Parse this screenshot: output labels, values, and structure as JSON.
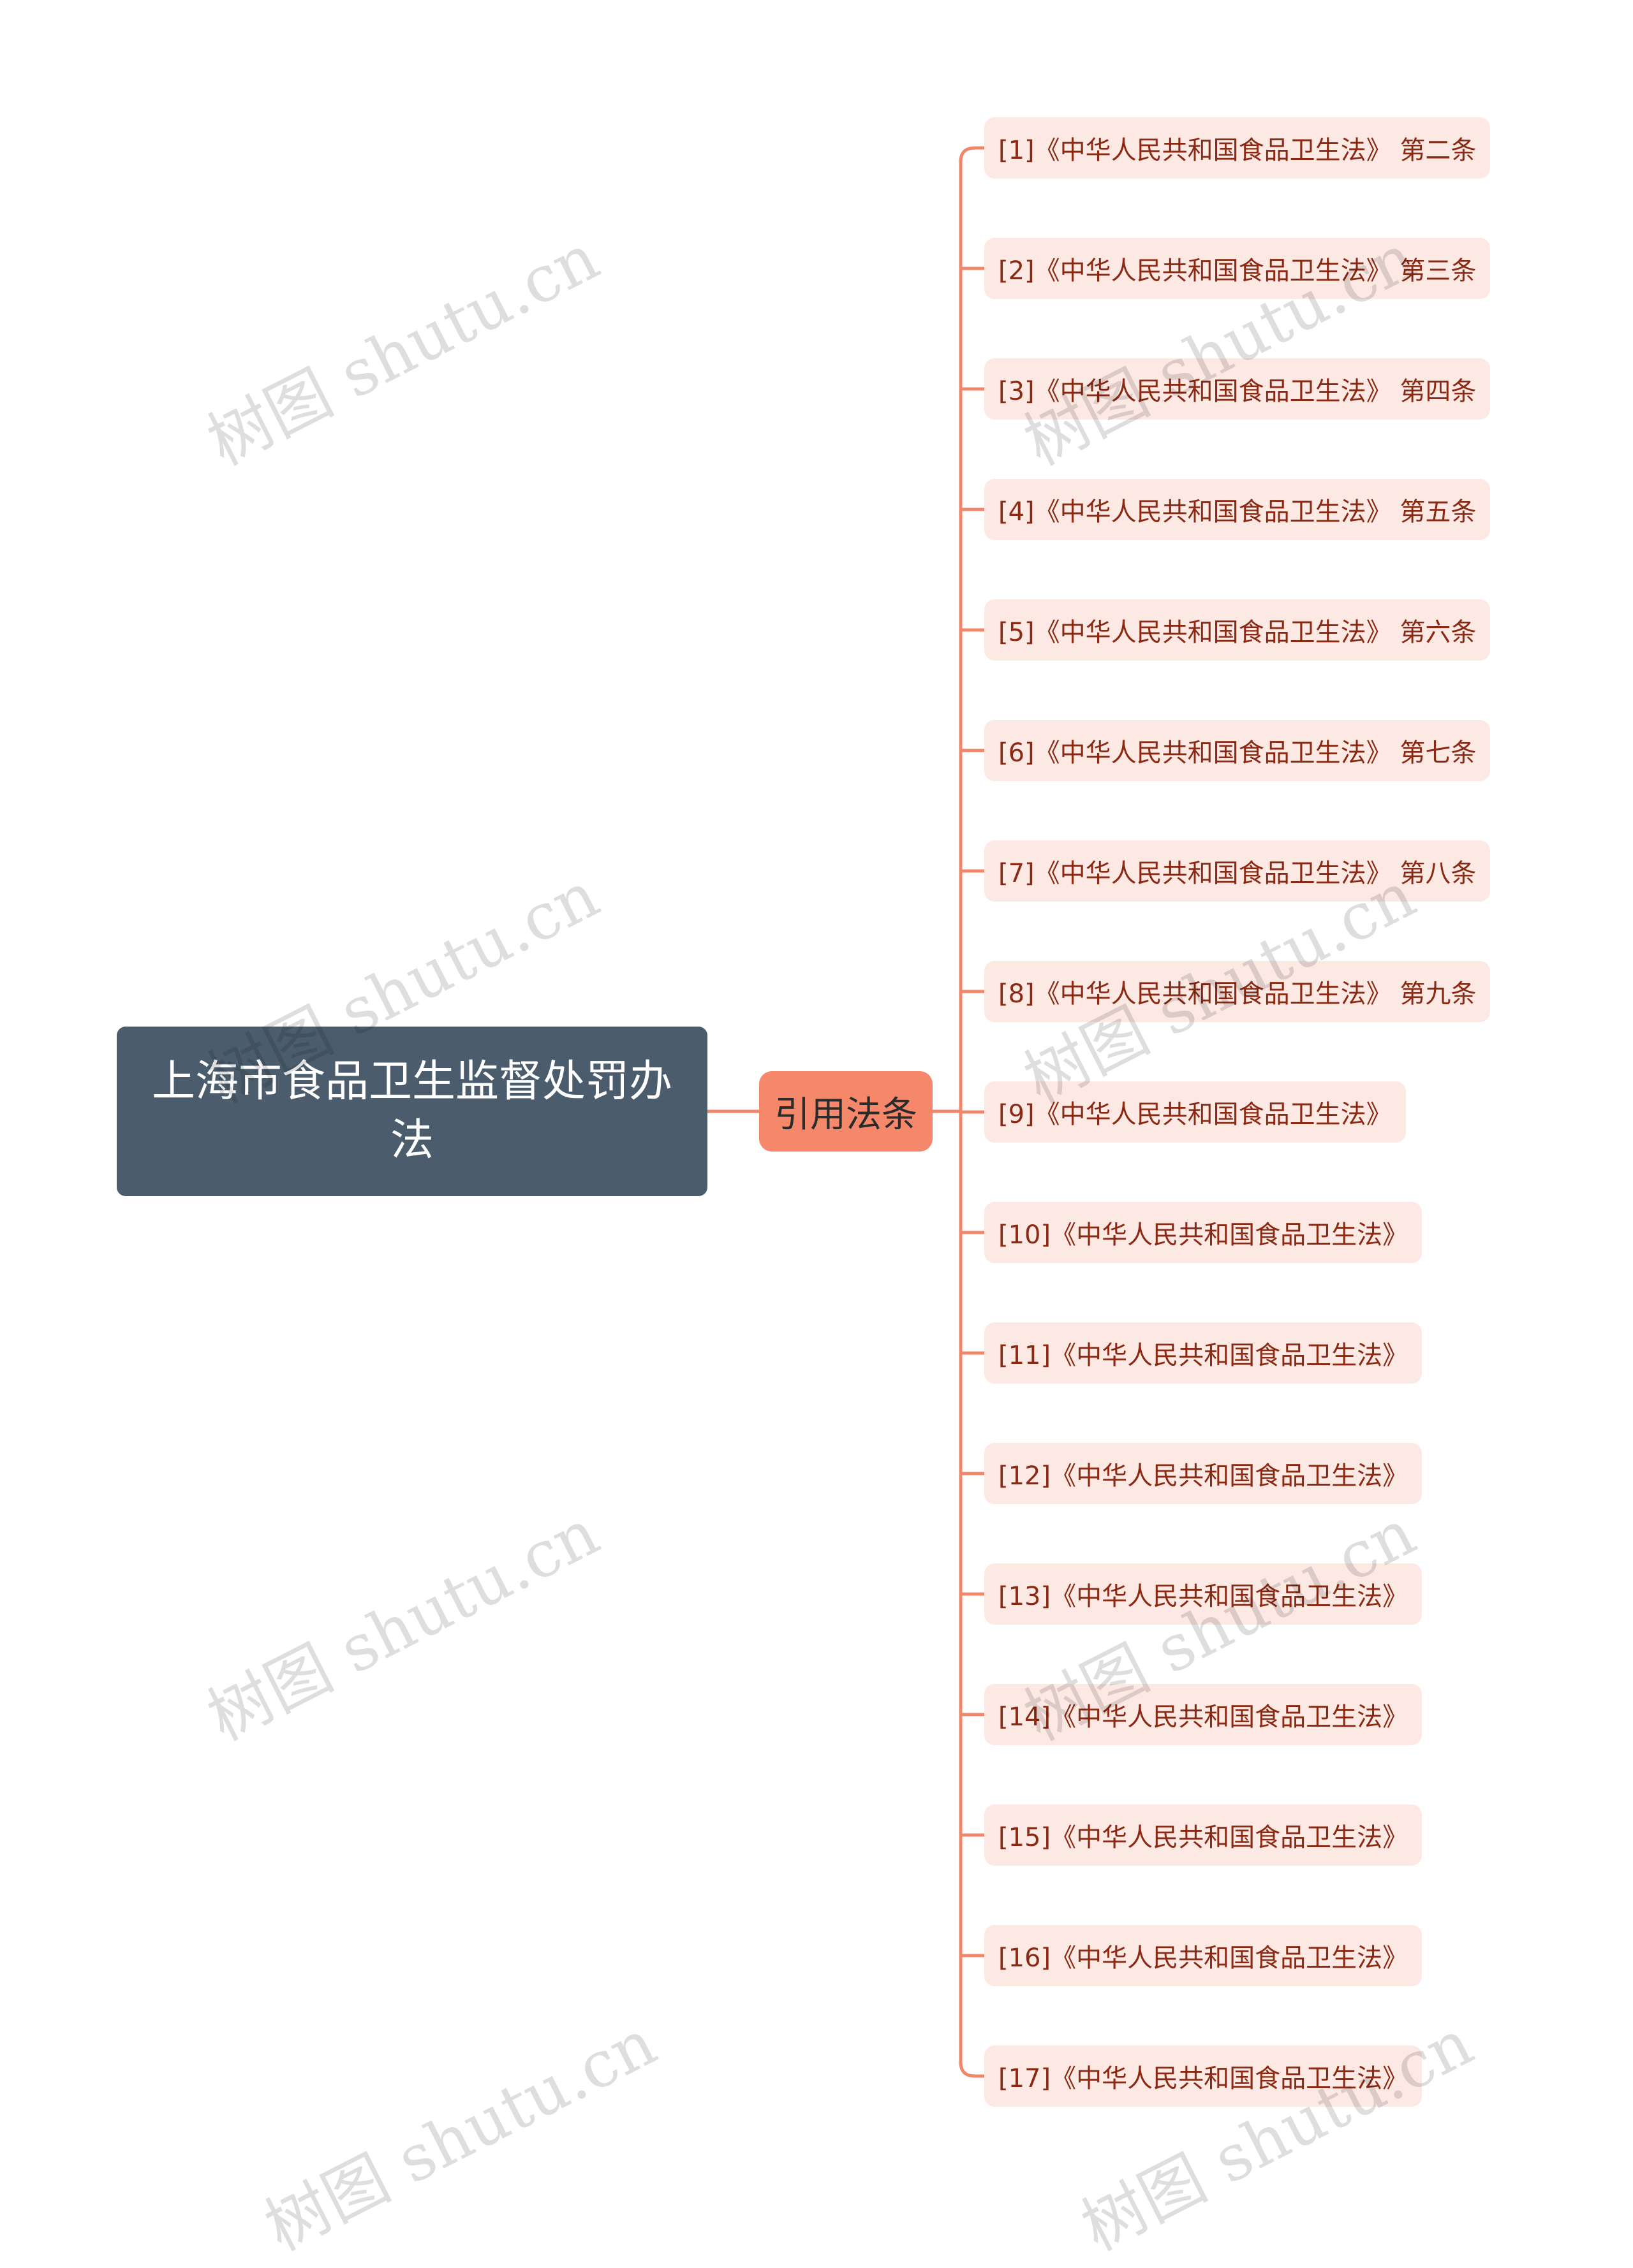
{
  "root": {
    "label": "上海市食品卫生监督处罚办法"
  },
  "branch": {
    "label": "引用法条"
  },
  "leaves": [
    "[1]《中华人民共和国食品卫生法》 第二条",
    "[2]《中华人民共和国食品卫生法》 第三条",
    "[3]《中华人民共和国食品卫生法》 第四条",
    "[4]《中华人民共和国食品卫生法》 第五条",
    "[5]《中华人民共和国食品卫生法》 第六条",
    "[6]《中华人民共和国食品卫生法》 第七条",
    "[7]《中华人民共和国食品卫生法》 第八条",
    "[8]《中华人民共和国食品卫生法》 第九条",
    "[9]《中华人民共和国食品卫生法》",
    "[10]《中华人民共和国食品卫生法》",
    "[11]《中华人民共和国食品卫生法》",
    "[12]《中华人民共和国食品卫生法》",
    "[13]《中华人民共和国食品卫生法》",
    "[14]《中华人民共和国食品卫生法》",
    "[15]《中华人民共和国食品卫生法》",
    "[16]《中华人民共和国食品卫生法》",
    "[17]《中华人民共和国食品卫生法》"
  ],
  "watermark": "树图 shutu.cn",
  "colors": {
    "root": "#4b5d6d",
    "branch": "#f5876b",
    "leaf_bg": "#fde9e4",
    "leaf_text": "#8b2a14",
    "connector": "#f0866a"
  }
}
